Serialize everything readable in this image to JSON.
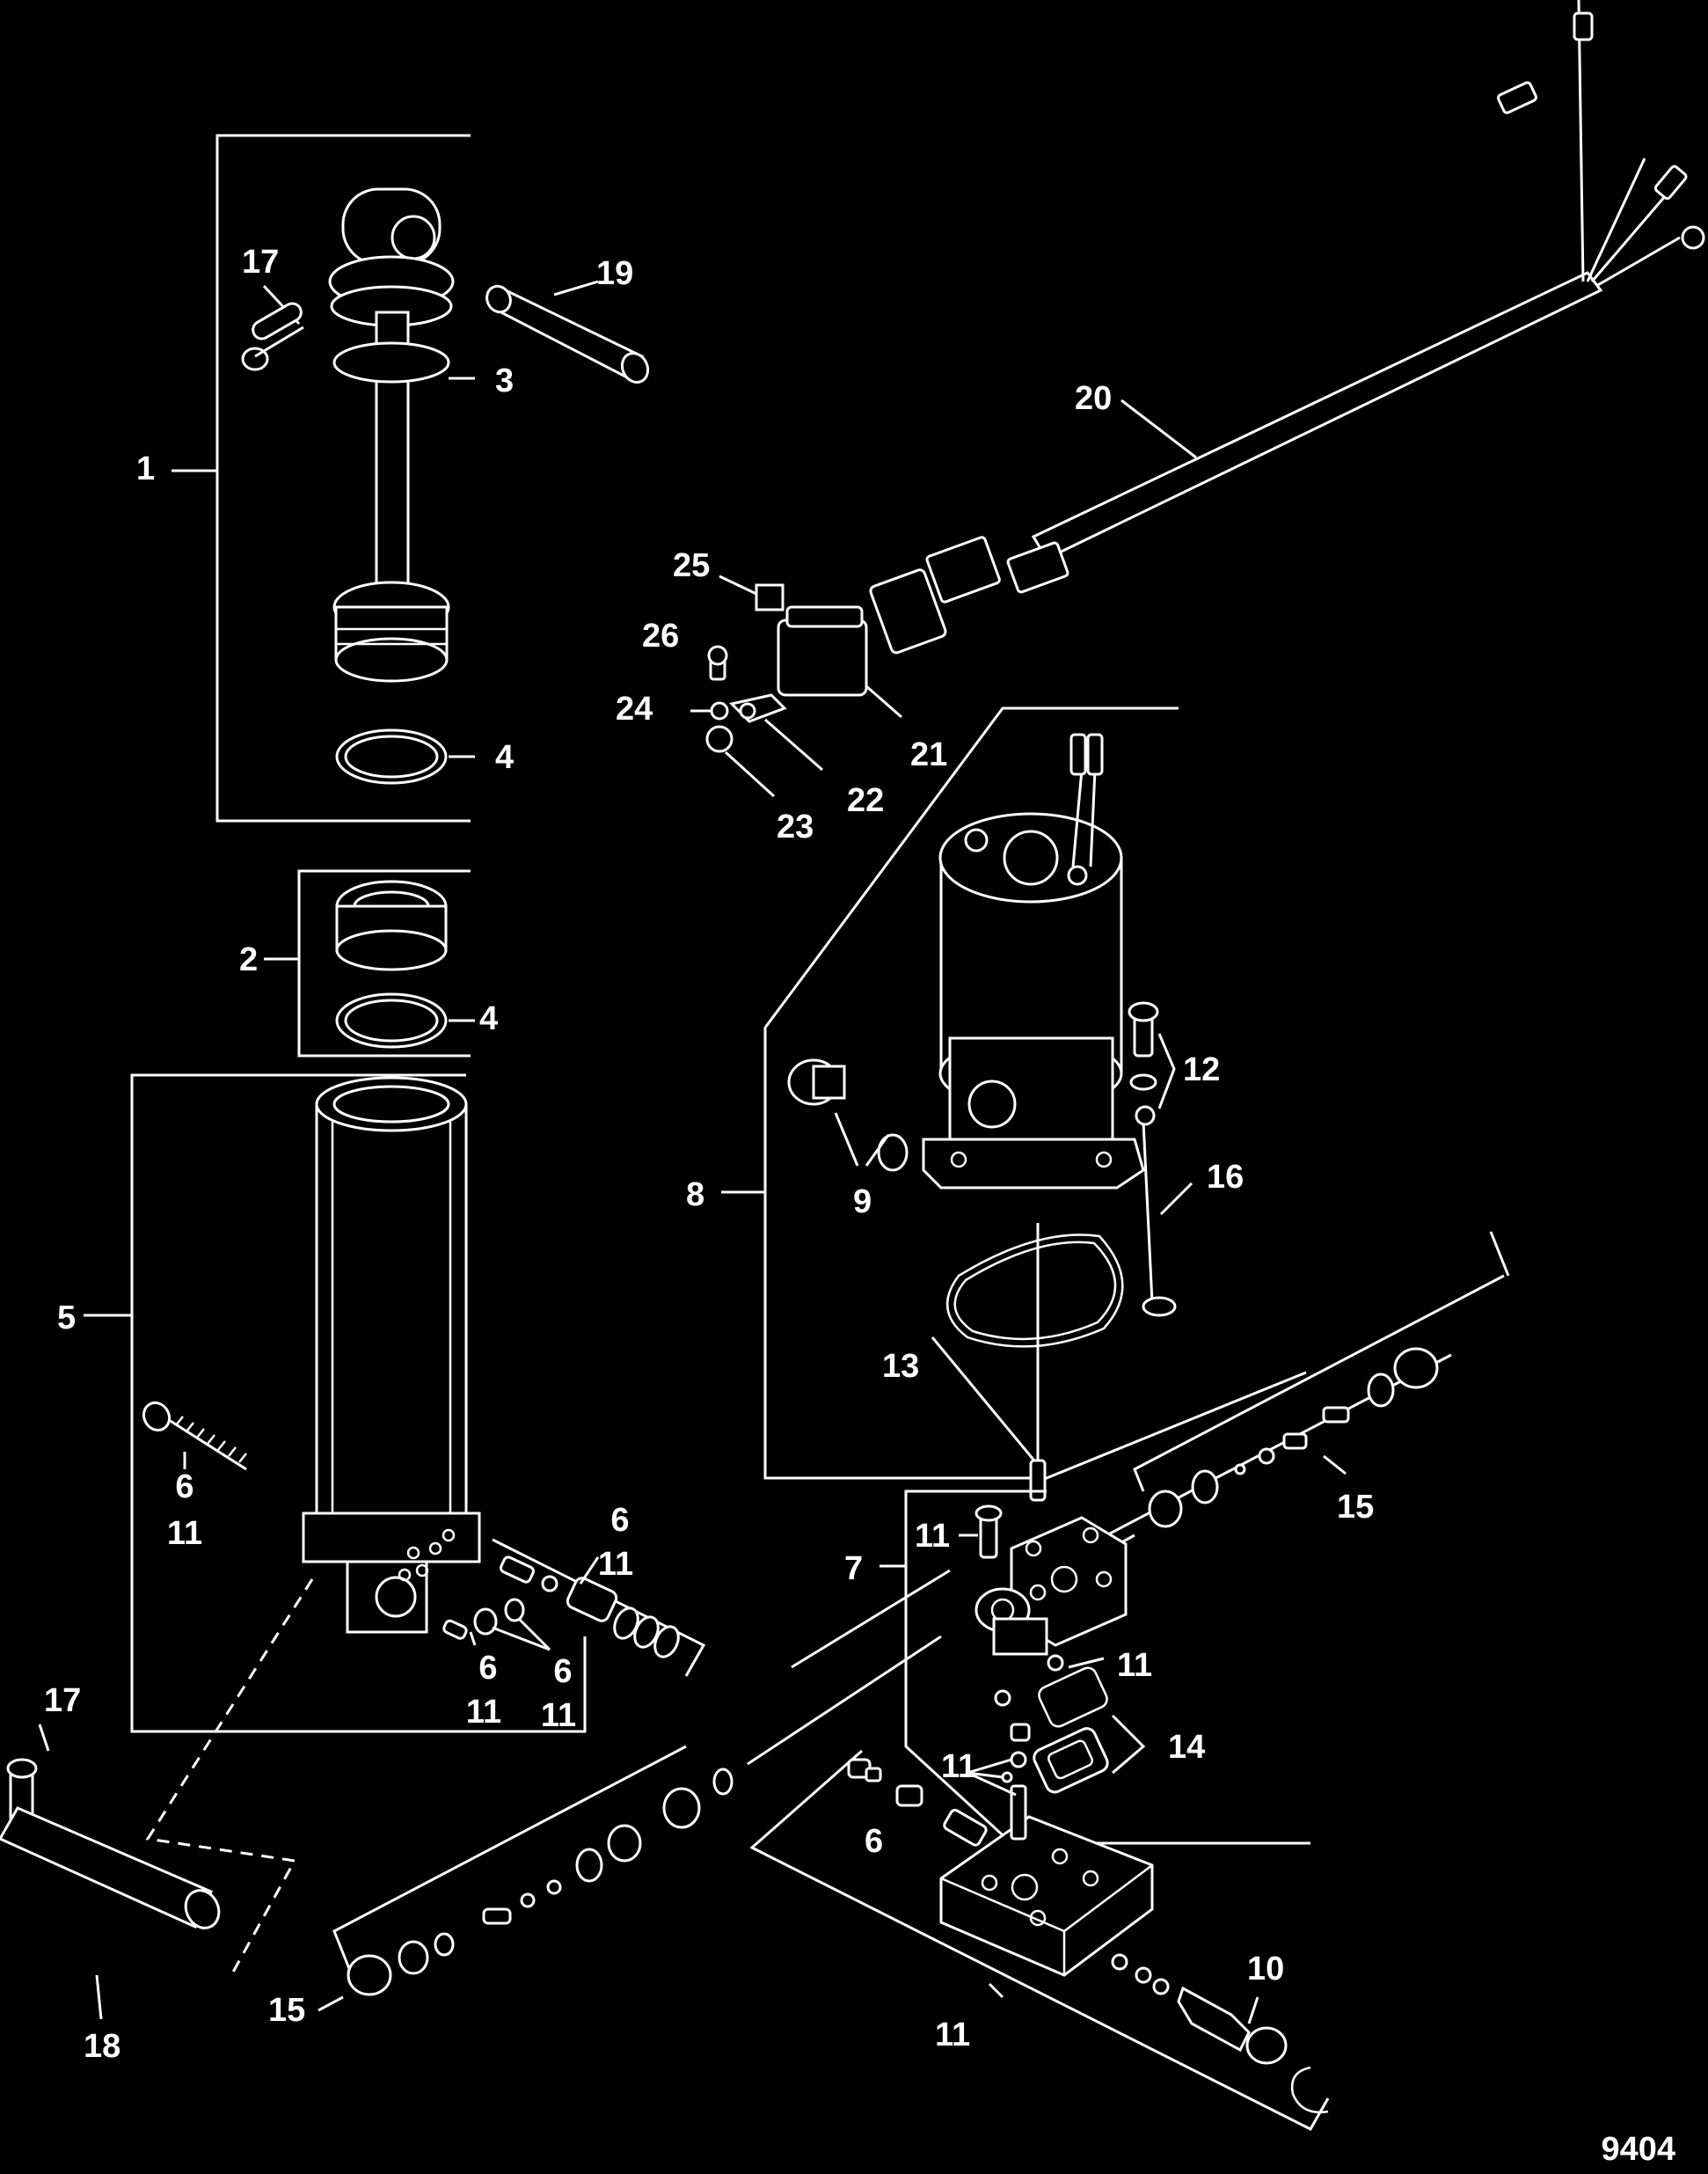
{
  "callouts": {
    "c1": "1",
    "c2": "2",
    "c3": "3",
    "c4a": "4",
    "c4b": "4",
    "c5": "5",
    "c6a_top": "6",
    "c6a_bot": "11",
    "c6b_top": "6",
    "c6b_bot": "11",
    "c6c_top": "6",
    "c6c_bot": "11",
    "c6d_top": "6",
    "c6d_bot": "11",
    "c6e": "6",
    "c7": "7",
    "c8": "8",
    "c9": "9",
    "c10": "10",
    "c11a": "11",
    "c11b": "11",
    "c11c": "11",
    "c11d": "11",
    "c12": "12",
    "c13": "13",
    "c14": "14",
    "c15a": "15",
    "c15b": "15",
    "c16": "16",
    "c17a": "17",
    "c17b": "17",
    "c18": "18",
    "c19": "19",
    "c20": "20",
    "c21": "21",
    "c22": "22",
    "c23": "23",
    "c24": "24",
    "c25": "25",
    "c26": "26"
  },
  "figure_number": "9404"
}
